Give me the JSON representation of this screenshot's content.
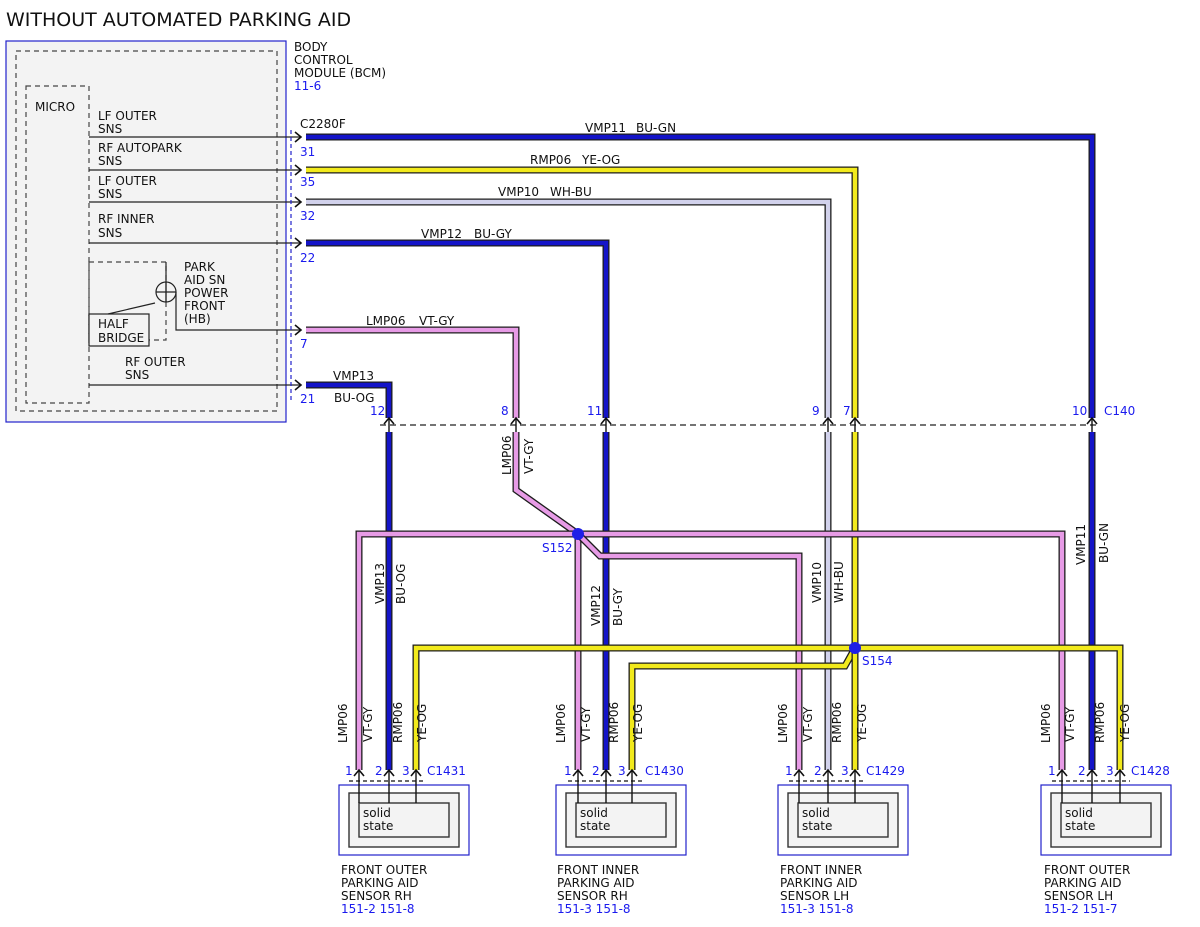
{
  "title": "WITHOUT AUTOMATED PARKING AID",
  "colors": {
    "BU-GN": "#1414c8",
    "BU-GY": "#1414c8",
    "BU-OG": "#1414c8",
    "YE-OG": "#f2ea1c",
    "WH-BU": "#d2d2ec",
    "VT-GY": "#e79be6",
    "outline": "#1d1d1d",
    "ref": "#1a1aee",
    "splice": "#1f1fe6"
  },
  "bcm": {
    "name": [
      "BODY",
      "CONTROL",
      "MODULE (BCM)"
    ],
    "ref": "11-6",
    "micro_label": "MICRO",
    "connector": "C2280F",
    "signals": [
      {
        "label": [
          "LF OUTER",
          "SNS"
        ],
        "pin": "31"
      },
      {
        "label": [
          "RF AUTOPARK",
          "SNS"
        ],
        "pin": "35"
      },
      {
        "label": [
          "LF OUTER",
          "SNS"
        ],
        "pin": "32"
      },
      {
        "label": [
          "RF INNER",
          "SNS"
        ],
        "pin": "22"
      },
      {
        "label": [
          "PARK",
          "AID SN",
          "POWER",
          "FRONT",
          "(HB)"
        ],
        "pin": "7"
      },
      {
        "label": [
          "RF OUTER",
          "SNS"
        ],
        "pin": "21"
      }
    ],
    "half_bridge": [
      "HALF",
      "BRIDGE"
    ]
  },
  "inline_connector": {
    "name": "C140",
    "pins": [
      "12",
      "8",
      "11",
      "9",
      "7",
      "10"
    ]
  },
  "circuits": [
    {
      "id": "VMP11",
      "color": "BU-GN"
    },
    {
      "id": "RMP06",
      "color": "YE-OG"
    },
    {
      "id": "VMP10",
      "color": "WH-BU"
    },
    {
      "id": "VMP12",
      "color": "BU-GY"
    },
    {
      "id": "LMP06",
      "color": "VT-GY"
    },
    {
      "id": "VMP13",
      "color": "BU-OG"
    }
  ],
  "splices": [
    "S152",
    "S154"
  ],
  "sensors": [
    {
      "connector": "C1431",
      "name": [
        "FRONT OUTER",
        "PARKING AID",
        "SENSOR RH"
      ],
      "refs": "151-2   151-8",
      "mid": {
        "id": "VMP13",
        "color": "BU-OG"
      }
    },
    {
      "connector": "C1430",
      "name": [
        "FRONT INNER",
        "PARKING AID",
        "SENSOR RH"
      ],
      "refs": "151-3   151-8",
      "mid": {
        "id": "VMP12",
        "color": "BU-GY"
      }
    },
    {
      "connector": "C1429",
      "name": [
        "FRONT INNER",
        "PARKING AID",
        "SENSOR LH"
      ],
      "refs": "151-3   151-8",
      "mid": {
        "id": "VMP10",
        "color": "WH-BU"
      }
    },
    {
      "connector": "C1428",
      "name": [
        "FRONT OUTER",
        "PARKING AID",
        "SENSOR LH"
      ],
      "refs": "151-2   151-7",
      "mid": {
        "id": "VMP11",
        "color": "BU-GN"
      }
    }
  ],
  "sensor_pins": [
    "1",
    "2",
    "3"
  ],
  "sensor_body_label": [
    "solid",
    "state"
  ]
}
